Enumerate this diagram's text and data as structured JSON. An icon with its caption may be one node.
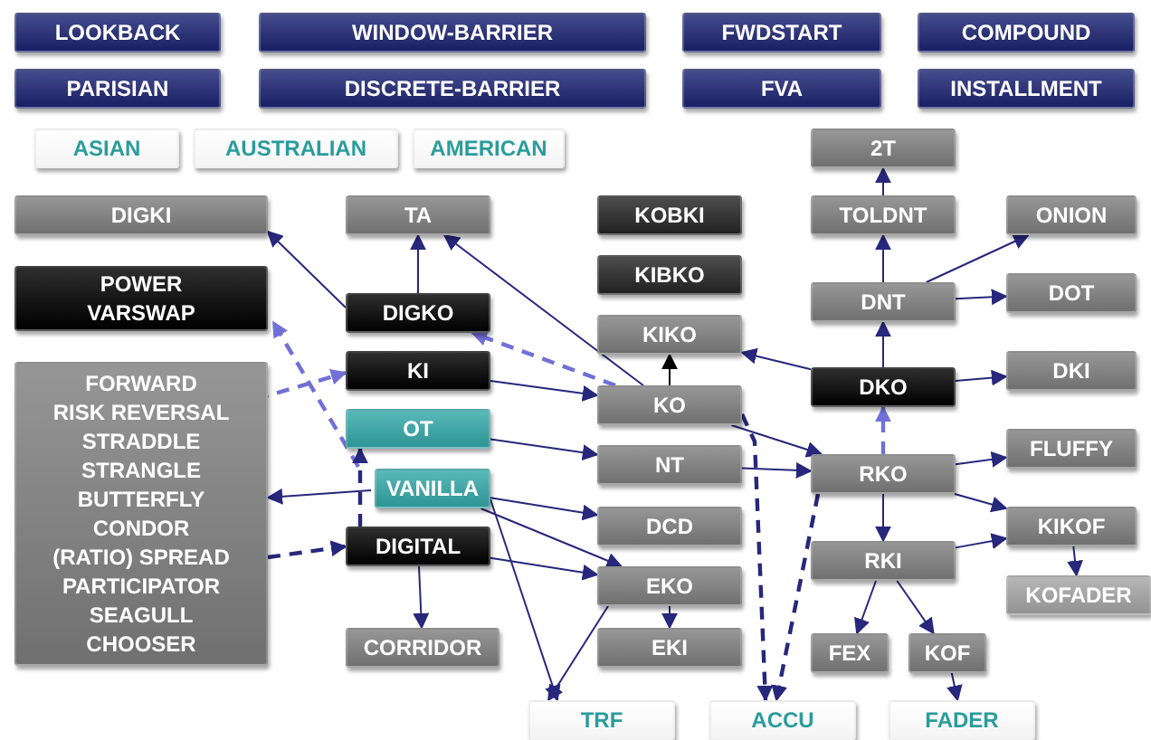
{
  "diagram": {
    "nodes": [
      {
        "text": [
          "LOOKBACK"
        ]
      },
      {
        "text": [
          "WINDOW-BARRIER"
        ]
      },
      {
        "text": [
          "FWDSTART"
        ]
      },
      {
        "text": [
          "COMPOUND"
        ]
      },
      {
        "text": [
          "PARISIAN"
        ]
      },
      {
        "text": [
          "DISCRETE-BARRIER"
        ]
      },
      {
        "text": [
          "FVA"
        ]
      },
      {
        "text": [
          "INSTALLMENT"
        ]
      },
      {
        "text": [
          "ASIAN"
        ]
      },
      {
        "text": [
          "AUSTRALIAN"
        ]
      },
      {
        "text": [
          "AMERICAN"
        ]
      },
      {
        "text": [
          "2T"
        ]
      },
      {
        "text": [
          "DIGKI"
        ]
      },
      {
        "text": [
          "TA"
        ]
      },
      {
        "text": [
          "KOBKI"
        ]
      },
      {
        "text": [
          "TOLDNT"
        ]
      },
      {
        "text": [
          "ONION"
        ]
      },
      {
        "text": [
          "KIBKO"
        ]
      },
      {
        "text": [
          "POWER",
          "VARSWAP"
        ]
      },
      {
        "text": [
          "DNT"
        ]
      },
      {
        "text": [
          "DOT"
        ]
      },
      {
        "text": [
          "DIGKO"
        ]
      },
      {
        "text": [
          "KIKO"
        ]
      },
      {
        "text": [
          "KI"
        ]
      },
      {
        "text": [
          "DKO"
        ]
      },
      {
        "text": [
          "DKI"
        ]
      },
      {
        "text": [
          "FORWARD",
          "RISK REVERSAL",
          "STRADDLE",
          "STRANGLE",
          "BUTTERFLY",
          "CONDOR",
          "(RATIO) SPREAD",
          "PARTICIPATOR",
          "SEAGULL",
          "CHOOSER"
        ]
      },
      {
        "text": [
          "KO"
        ]
      },
      {
        "text": [
          "OT"
        ]
      },
      {
        "text": [
          "NT"
        ]
      },
      {
        "text": [
          "RKO"
        ]
      },
      {
        "text": [
          "FLUFFY"
        ]
      },
      {
        "text": [
          "VANILLA"
        ]
      },
      {
        "text": [
          "DCD"
        ]
      },
      {
        "text": [
          "KIKOF"
        ]
      },
      {
        "text": [
          "DIGITAL"
        ]
      },
      {
        "text": [
          "RKI"
        ]
      },
      {
        "text": [
          "EKO"
        ]
      },
      {
        "text": [
          "KOFADER"
        ]
      },
      {
        "text": [
          "CORRIDOR"
        ]
      },
      {
        "text": [
          "EKI"
        ]
      },
      {
        "text": [
          "FEX"
        ]
      },
      {
        "text": [
          "KOF"
        ]
      },
      {
        "text": [
          "TRF"
        ]
      },
      {
        "text": [
          "ACCU"
        ]
      },
      {
        "text": [
          "FADER"
        ]
      }
    ],
    "edges": [
      {
        "from": 21,
        "to": 12,
        "arrow": "to"
      },
      {
        "from": 21,
        "to": 13,
        "arrow": "to"
      },
      {
        "from": 27,
        "to": 13,
        "arrow": "to"
      },
      {
        "from": 27,
        "to": 22,
        "arrow": "to",
        "color": "#000000"
      },
      {
        "from": 23,
        "to": 27,
        "arrow": "to"
      },
      {
        "from": 28,
        "to": 29,
        "arrow": "to"
      },
      {
        "from": 29,
        "to": 30,
        "arrow": "to"
      },
      {
        "from": 27,
        "to": 30,
        "arrow": "to"
      },
      {
        "from": 24,
        "to": 22,
        "arrow": "to"
      },
      {
        "from": 24,
        "to": 19,
        "arrow": "to"
      },
      {
        "from": 24,
        "to": 25,
        "arrow": "to"
      },
      {
        "from": 30,
        "to": 24,
        "arrow": "to",
        "style": "dashed",
        "color": "#7070d8"
      },
      {
        "from": 19,
        "to": 15,
        "arrow": "to"
      },
      {
        "from": 15,
        "to": 11,
        "arrow": "to"
      },
      {
        "from": 19,
        "to": 16,
        "arrow": "to"
      },
      {
        "from": 19,
        "to": 20,
        "arrow": "to"
      },
      {
        "from": 30,
        "to": 31,
        "arrow": "to"
      },
      {
        "from": 30,
        "to": 34,
        "arrow": "to"
      },
      {
        "from": 30,
        "to": 36,
        "arrow": "to"
      },
      {
        "from": 36,
        "to": 34,
        "arrow": "to"
      },
      {
        "from": 36,
        "to": 41,
        "arrow": "to"
      },
      {
        "from": 36,
        "to": 42,
        "arrow": "to"
      },
      {
        "from": 42,
        "to": 45,
        "arrow": "to"
      },
      {
        "from": 34,
        "to": 38,
        "arrow": "to"
      },
      {
        "from": 37,
        "to": 40,
        "arrow": "to"
      },
      {
        "from": 37,
        "to": 43,
        "arrow": "to"
      },
      {
        "from": 32,
        "to": 43,
        "arrow": "to"
      },
      {
        "from": 32,
        "to": 33,
        "arrow": "to"
      },
      {
        "from": 32,
        "to": 37,
        "arrow": "to"
      },
      {
        "from": 35,
        "to": 37,
        "arrow": "to"
      },
      {
        "from": 35,
        "to": 39,
        "arrow": "to"
      },
      {
        "from": 27,
        "to": 44,
        "arrow": "to",
        "style": "dashed"
      },
      {
        "from": 30,
        "to": 44,
        "arrow": "to",
        "style": "dashed"
      },
      {
        "from": 27,
        "to": 21,
        "arrow": "to",
        "style": "dashed",
        "color": "#7070d8"
      },
      {
        "from": 32,
        "to": 18,
        "arrow": "to",
        "style": "dashed",
        "color": "#7070d8"
      },
      {
        "from": 26,
        "to": 23,
        "arrow": "to",
        "style": "dashed",
        "color": "#7070d8"
      },
      {
        "from": 32,
        "to": 26,
        "arrow": "to"
      },
      {
        "from": 26,
        "to": 35,
        "arrow": "to",
        "style": "dashed"
      },
      {
        "from": 35,
        "to": 28,
        "arrow": "to",
        "style": "dashed"
      }
    ]
  }
}
